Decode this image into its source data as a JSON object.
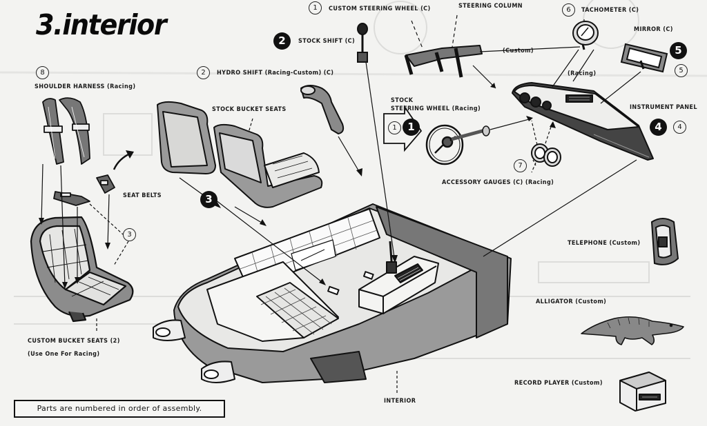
{
  "title": "3.interior",
  "note": "Parts are numbered in order of assembly.",
  "labels": {
    "custom_steering_wheel": "CUSTOM STEERING WHEEL (C)",
    "steering_column": "STEERING COLUMN",
    "tachometer": "TACHOMETER (C)",
    "mirror": "MIRROR (C)",
    "stock_shift": "STOCK SHIFT (C)",
    "shoulder_harness": "SHOULDER HARNESS (Racing)",
    "hydro_shift": "HYDRO SHIFT (Racing-Custom) (C)",
    "stock_bucket_seats": "STOCK BUCKET SEATS",
    "custom_tag": "(Custom)",
    "racing_tag": "(Racing)",
    "instrument_panel": "INSTRUMENT PANEL",
    "stock_steering_wheel_1": "STOCK",
    "stock_steering_wheel_2": "STEERING WHEEL (Racing)",
    "seat_belts": "SEAT BELTS",
    "accessory_gauges": "ACCESSORY GAUGES (C) (Racing)",
    "telephone": "TELEPHONE (Custom)",
    "alligator": "ALLIGATOR (Custom)",
    "custom_bucket_seats_1": "CUSTOM BUCKET SEATS (2)",
    "custom_bucket_seats_2": "(Use One For Racing)",
    "record_player": "RECORD PLAYER (Custom)",
    "interior": "INTERIOR"
  },
  "numbers": {
    "n1": "1",
    "n2": "2",
    "n3": "3",
    "n4": "4",
    "n5": "5",
    "n6": "6",
    "n7": "7",
    "n8": "8"
  }
}
